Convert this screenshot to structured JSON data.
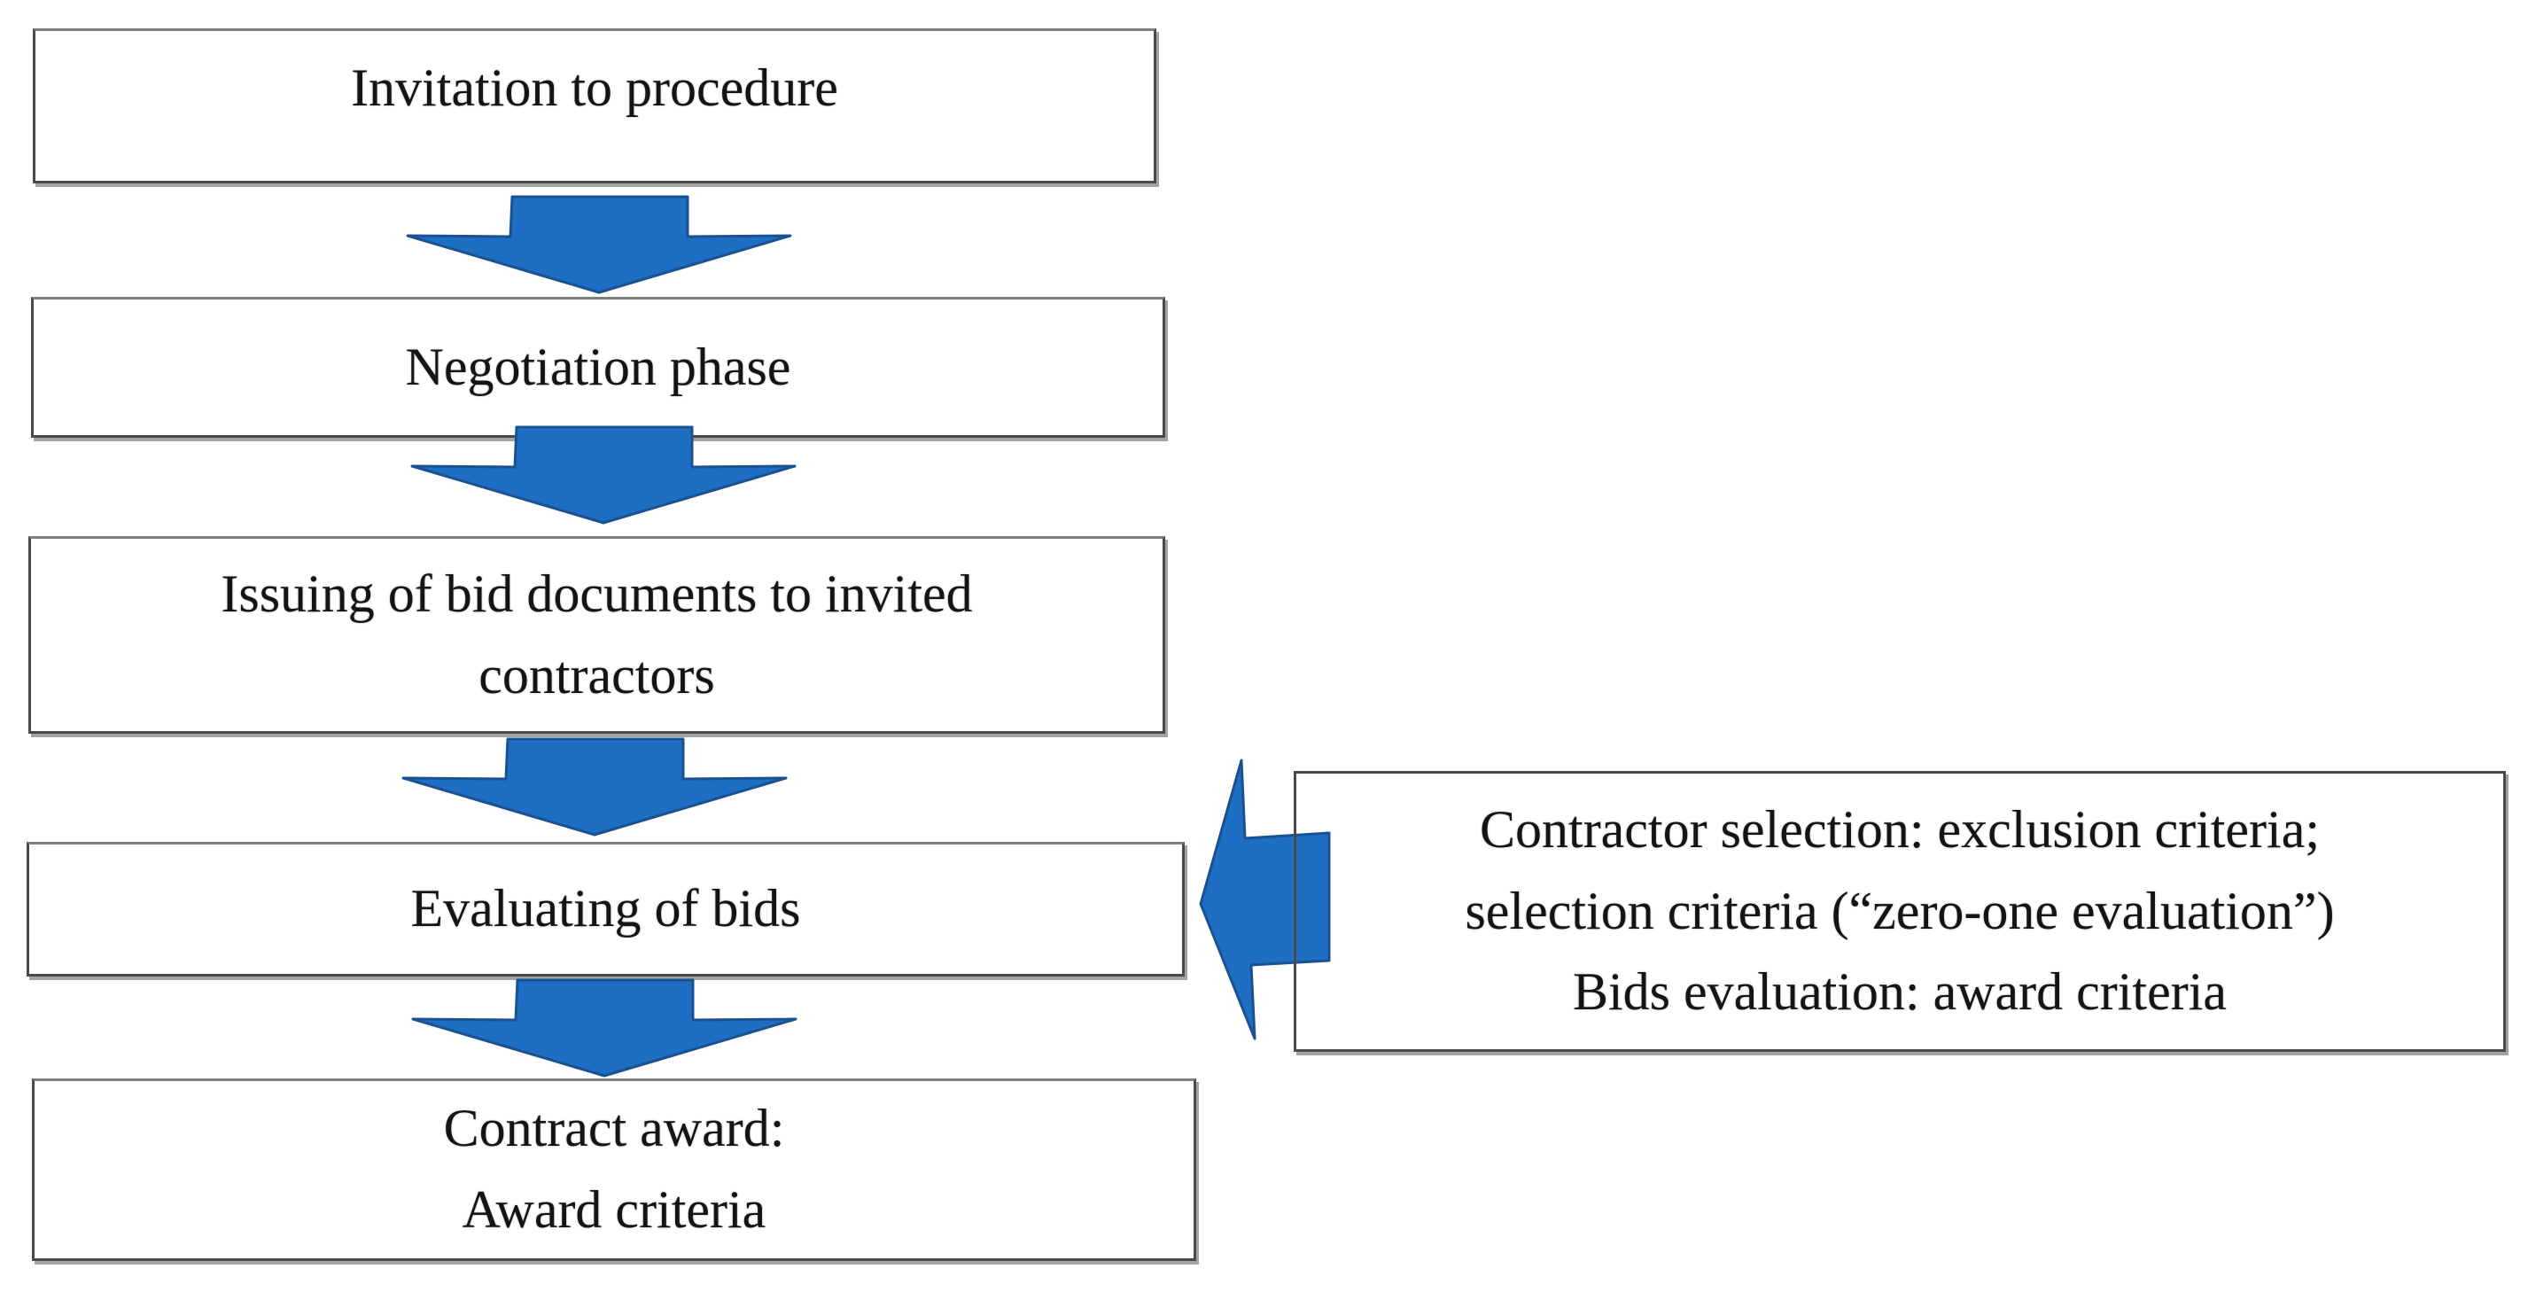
{
  "colors": {
    "background": "#ffffff",
    "text": "#141414",
    "box_border": "#4a4a4a",
    "box_shadow": "#a3a3a3",
    "arrow_fill": "#1e6ec4",
    "arrow_stroke": "#1a5191"
  },
  "flow": {
    "boxes": [
      {
        "key": "invitation",
        "lines": [
          "Invitation to procedure"
        ]
      },
      {
        "key": "negotiation",
        "lines": [
          "Negotiation phase"
        ]
      },
      {
        "key": "issuing",
        "lines": [
          "Issuing of bid documents to invited",
          "contractors"
        ]
      },
      {
        "key": "evaluating",
        "lines": [
          "Evaluating of bids"
        ]
      },
      {
        "key": "award",
        "lines": [
          "Contract award:",
          "Award criteria"
        ]
      }
    ]
  },
  "annotation_box": {
    "lines": [
      "Contractor selection: exclusion criteria;",
      "selection criteria (“zero-one evaluation”)",
      "Bids evaluation: award criteria"
    ]
  },
  "arrows": [
    {
      "name": "down-arrow"
    },
    {
      "name": "down-arrow"
    },
    {
      "name": "down-arrow"
    },
    {
      "name": "down-arrow"
    },
    {
      "name": "left-arrow"
    }
  ]
}
